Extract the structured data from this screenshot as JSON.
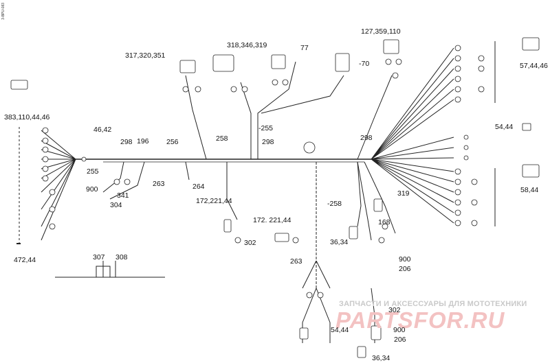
{
  "side_code": "3-BPU-083",
  "part_labels": [
    {
      "id": "p1",
      "text": "317,320,351"
    },
    {
      "id": "p2",
      "text": "318,346,319"
    },
    {
      "id": "p3",
      "text": "77"
    },
    {
      "id": "p4",
      "text": "127,359,110"
    },
    {
      "id": "p5",
      "text": "-70"
    },
    {
      "id": "p6",
      "text": "57,44,46"
    },
    {
      "id": "p7",
      "text": "383,110,44,46"
    },
    {
      "id": "p8",
      "text": "46,42"
    },
    {
      "id": "p9",
      "text": "298"
    },
    {
      "id": "p10",
      "text": "196"
    },
    {
      "id": "p11",
      "text": "256"
    },
    {
      "id": "p12",
      "text": "258"
    },
    {
      "id": "p13",
      "text": "-255"
    },
    {
      "id": "p14",
      "text": "298"
    },
    {
      "id": "p15",
      "text": "298"
    },
    {
      "id": "p16",
      "text": "54,44"
    },
    {
      "id": "p17",
      "text": "255"
    },
    {
      "id": "p18",
      "text": "263"
    },
    {
      "id": "p19",
      "text": "264"
    },
    {
      "id": "p20",
      "text": "900"
    },
    {
      "id": "p21",
      "text": "341"
    },
    {
      "id": "p22",
      "text": "304"
    },
    {
      "id": "p23",
      "text": "58,44"
    },
    {
      "id": "p24",
      "text": "172,221,44"
    },
    {
      "id": "p25",
      "text": "-258"
    },
    {
      "id": "p26",
      "text": "319"
    },
    {
      "id": "p27",
      "text": "172. 221,44"
    },
    {
      "id": "p28",
      "text": "302"
    },
    {
      "id": "p29",
      "text": "168"
    },
    {
      "id": "p30",
      "text": "36,34"
    },
    {
      "id": "p31",
      "text": "472,44"
    },
    {
      "id": "p32",
      "text": "307"
    },
    {
      "id": "p33",
      "text": "308"
    },
    {
      "id": "p34",
      "text": "263"
    },
    {
      "id": "p35",
      "text": "900"
    },
    {
      "id": "p36",
      "text": "206"
    },
    {
      "id": "p37",
      "text": "302"
    },
    {
      "id": "p38",
      "text": "54,44"
    },
    {
      "id": "p39",
      "text": "900"
    },
    {
      "id": "p40",
      "text": "206"
    },
    {
      "id": "p41",
      "text": "36,34"
    }
  ],
  "watermark": {
    "tagline": "ЗАПЧАСТИ И АКСЕССУАРЫ ДЛЯ МОТОТЕХНИКИ",
    "logo": "PARTSFOR.RU"
  }
}
